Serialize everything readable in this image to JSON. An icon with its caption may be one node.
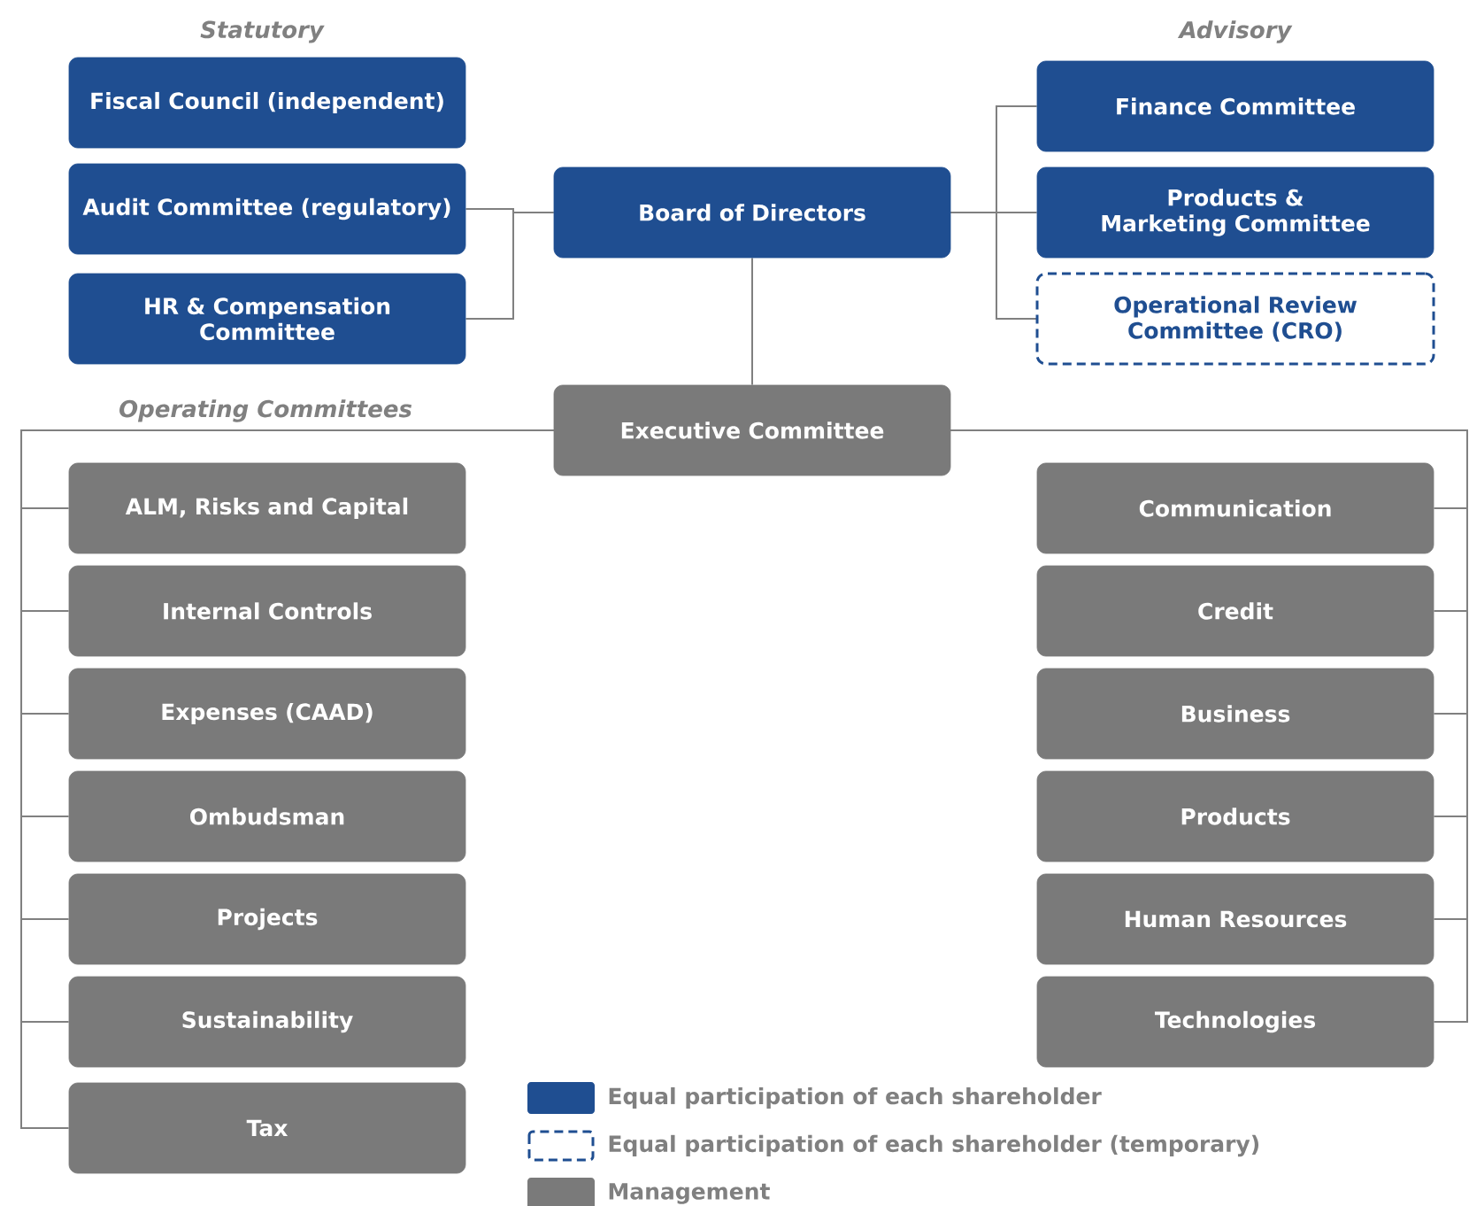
{
  "diagram": {
    "nodes": [
      {
        "text": [
          "Fiscal Council (independent)"
        ]
      },
      {
        "text": [
          "Audit Committee (regulatory)"
        ]
      },
      {
        "text": [
          "HR & Compensation Committee"
        ]
      },
      {
        "text": [
          "Board of Directors"
        ]
      },
      {
        "text": [
          "Finance Committee"
        ]
      },
      {
        "text": [
          "Products & Marketing Committee"
        ]
      },
      {
        "text": [
          "Operational Review Committee (CRO)"
        ]
      },
      {
        "text": [
          "Executive Committee"
        ]
      },
      {
        "text": [
          "ALM, Risks and Capital"
        ]
      },
      {
        "text": [
          "Internal Controls"
        ]
      },
      {
        "text": [
          "Expenses (CAAD)"
        ]
      },
      {
        "text": [
          "Ombudsman"
        ]
      },
      {
        "text": [
          "Projects"
        ]
      },
      {
        "text": [
          "Sustainability"
        ]
      },
      {
        "text": [
          "Tax"
        ]
      },
      {
        "text": [
          "Communication"
        ]
      },
      {
        "text": [
          "Credit"
        ]
      },
      {
        "text": [
          "Business"
        ]
      },
      {
        "text": [
          "Products"
        ]
      },
      {
        "text": [
          "Human Resources"
        ]
      },
      {
        "text": [
          "Technologies"
        ]
      }
    ],
    "edges": [
      {
        "from": 3,
        "to": 1,
        "arrow": "none"
      },
      {
        "from": 3,
        "to": 2,
        "arrow": "none"
      },
      {
        "from": 3,
        "to": 4,
        "arrow": "none"
      },
      {
        "from": 3,
        "to": 5,
        "arrow": "none"
      },
      {
        "from": 3,
        "to": 6,
        "arrow": "none"
      },
      {
        "from": 3,
        "to": 7,
        "arrow": "none"
      },
      {
        "from": 7,
        "to": 8,
        "arrow": "none"
      },
      {
        "from": 7,
        "to": 9,
        "arrow": "none"
      },
      {
        "from": 7,
        "to": 10,
        "arrow": "none"
      },
      {
        "from": 7,
        "to": 11,
        "arrow": "none"
      },
      {
        "from": 7,
        "to": 12,
        "arrow": "none"
      },
      {
        "from": 7,
        "to": 13,
        "arrow": "none"
      },
      {
        "from": 7,
        "to": 14,
        "arrow": "none"
      },
      {
        "from": 7,
        "to": 15,
        "arrow": "none"
      },
      {
        "from": 7,
        "to": 16,
        "arrow": "none"
      },
      {
        "from": 7,
        "to": 17,
        "arrow": "none"
      },
      {
        "from": 7,
        "to": 18,
        "arrow": "none"
      },
      {
        "from": 7,
        "to": 19,
        "arrow": "none"
      },
      {
        "from": 7,
        "to": 20,
        "arrow": "none"
      }
    ],
    "labels": [
      "Statutory",
      "Advisory",
      "Operating Committees"
    ],
    "legend": [
      {
        "text": "Equal participation of each shareholder",
        "color": "#1f4e91"
      },
      {
        "text": "Equal participation of each shareholder (temporary)"
      },
      {
        "text": "Management",
        "color": "#7a7a7a"
      }
    ]
  }
}
